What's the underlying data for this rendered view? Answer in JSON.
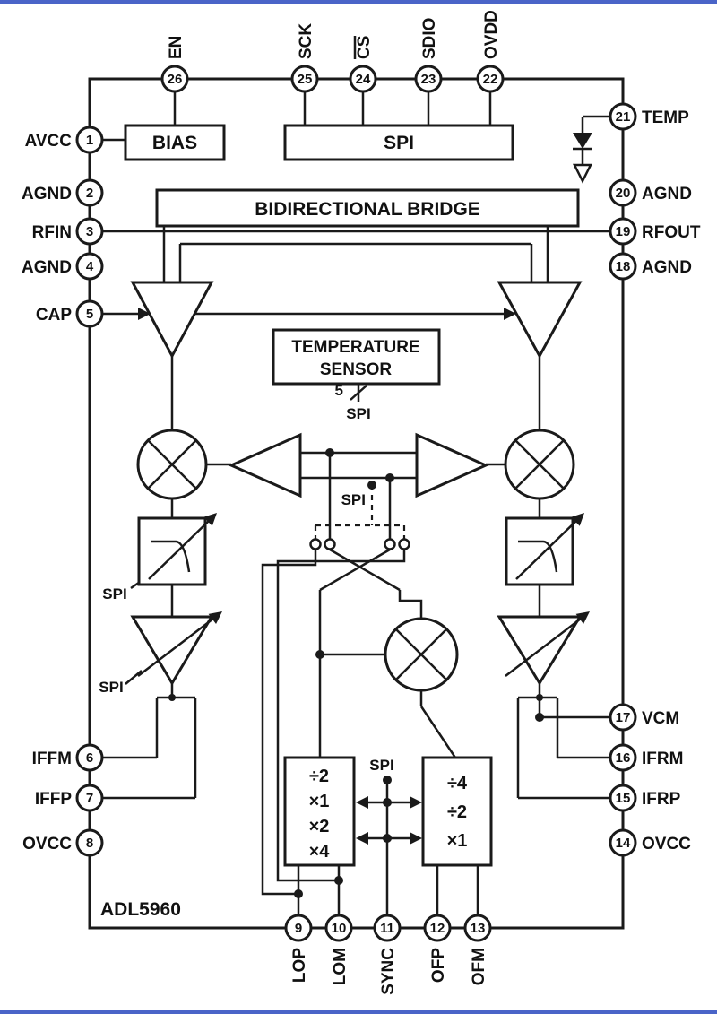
{
  "part_number": "ADL5960",
  "frame": {
    "accent_color": "#4a64c8"
  },
  "pins": [
    {
      "num": "1",
      "label": "AVCC"
    },
    {
      "num": "2",
      "label": "AGND"
    },
    {
      "num": "3",
      "label": "RFIN"
    },
    {
      "num": "4",
      "label": "AGND"
    },
    {
      "num": "5",
      "label": "CAP"
    },
    {
      "num": "6",
      "label": "IFFM"
    },
    {
      "num": "7",
      "label": "IFFP"
    },
    {
      "num": "8",
      "label": "OVCC"
    },
    {
      "num": "9",
      "label": "LOP"
    },
    {
      "num": "10",
      "label": "LOM"
    },
    {
      "num": "11",
      "label": "SYNC"
    },
    {
      "num": "12",
      "label": "OFP"
    },
    {
      "num": "13",
      "label": "OFM"
    },
    {
      "num": "14",
      "label": "OVCC"
    },
    {
      "num": "15",
      "label": "IFRP"
    },
    {
      "num": "16",
      "label": "IFRM"
    },
    {
      "num": "17",
      "label": "VCM"
    },
    {
      "num": "18",
      "label": "AGND"
    },
    {
      "num": "19",
      "label": "RFOUT"
    },
    {
      "num": "20",
      "label": "AGND"
    },
    {
      "num": "21",
      "label": "TEMP"
    },
    {
      "num": "22",
      "label": "OVDD"
    },
    {
      "num": "23",
      "label": "SDIO"
    },
    {
      "num": "24",
      "label": "CS",
      "overline": true
    },
    {
      "num": "25",
      "label": "SCK"
    },
    {
      "num": "26",
      "label": "EN"
    }
  ],
  "blocks": {
    "bias": "BIAS",
    "spi": "SPI",
    "bridge": "BIDIRECTIONAL BRIDGE",
    "temp_sensor": {
      "line1": "TEMPERATURE",
      "line2": "SENSOR",
      "bus_width": "5",
      "bus_label": "SPI"
    },
    "lo_switch_spi": "SPI",
    "filter_spi": "SPI",
    "ifamp_spi": "SPI",
    "divider_spi": "SPI",
    "lo_divider": {
      "r1": "÷2",
      "r2": "×1",
      "r3": "×2",
      "r4": "×4"
    },
    "offset_divider": {
      "r1": "÷4",
      "r2": "÷2",
      "r3": "×1"
    }
  }
}
